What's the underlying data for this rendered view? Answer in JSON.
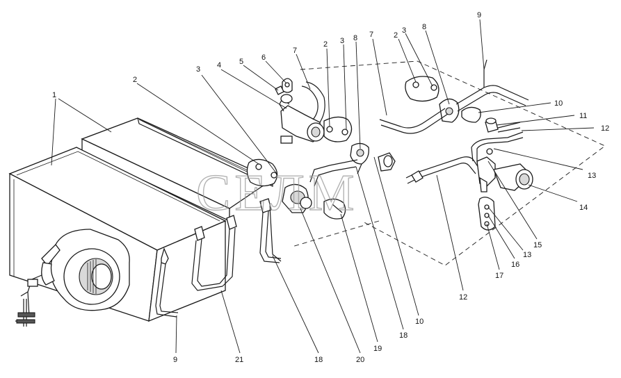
{
  "watermark": "СЕЛМ",
  "callouts": {
    "c1": "1",
    "c2a": "2",
    "c3a": "3",
    "c4": "4",
    "c5": "5",
    "c6": "6",
    "c7a": "7",
    "c2b": "2",
    "c3b": "3",
    "c8a": "8",
    "c7b": "7",
    "c2c": "2",
    "c3c": "3",
    "c8b": "8",
    "c9a": "9",
    "c10a": "10",
    "c11": "11",
    "c12a": "12",
    "c13a": "13",
    "c14": "14",
    "c15": "15",
    "c13b": "13",
    "c16": "16",
    "c17": "17",
    "c12b": "12",
    "c10b": "10",
    "c18a": "18",
    "c19": "19",
    "c20": "20",
    "c18b": "18",
    "c21": "21",
    "c9b": "9"
  }
}
